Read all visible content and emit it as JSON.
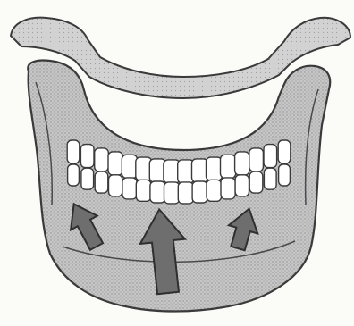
{
  "figure": {
    "subject": "jaw-illustration",
    "colors": {
      "paper": "#fbfbf8",
      "bone": "#bdbdbd",
      "bone_light": "#cfcfcf",
      "outline": "#3a3a3a",
      "tooth": "#ffffff",
      "arrow": "#6e6e6e",
      "arrow_edge": "#2f2f2f"
    },
    "arrow_count": 3,
    "tooth_rows": [
      "upper",
      "lower"
    ]
  }
}
